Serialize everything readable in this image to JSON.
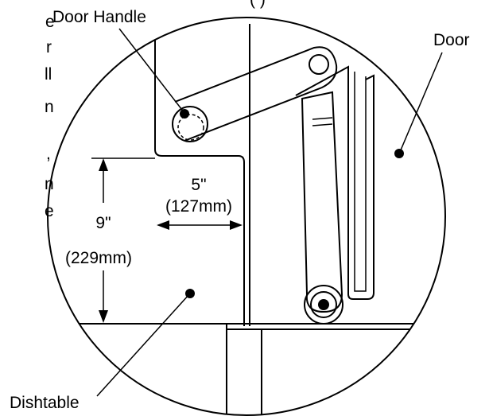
{
  "labels": {
    "top_partial": "(       )",
    "door_handle": "Door Handle",
    "door": "Door",
    "dishtable": "Dishtable",
    "width_in": "5\"",
    "width_mm": "(127mm)",
    "height_in": "9\"",
    "height_mm": "(229mm)"
  },
  "side_text_fragments": [
    "e",
    "r",
    "ll",
    "n",
    ",",
    "n",
    "e"
  ],
  "colors": {
    "ink": "#000000",
    "background": "#ffffff"
  }
}
